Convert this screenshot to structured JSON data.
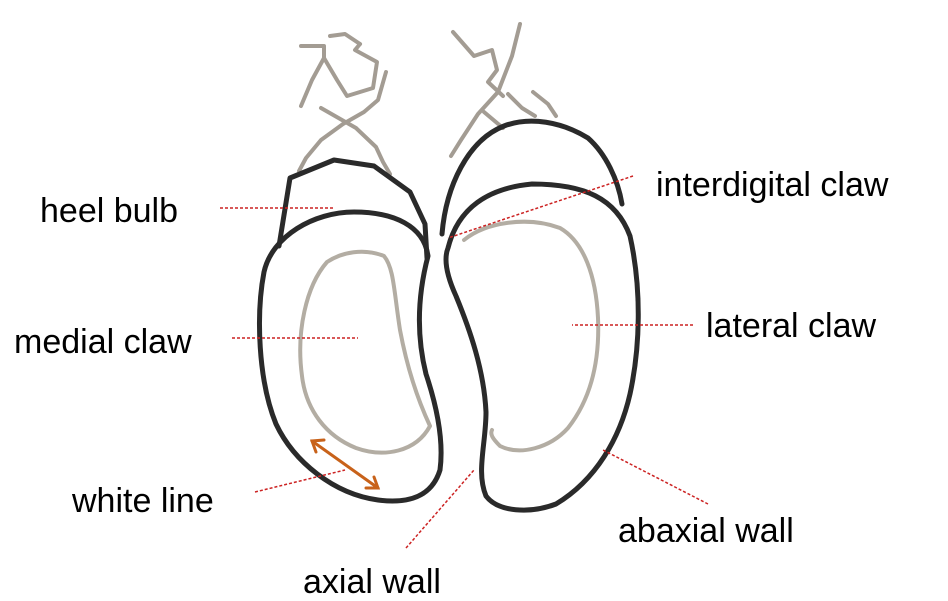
{
  "labels": {
    "heel_bulb": "heel bulb",
    "interdigital_claw": "interdigital claw",
    "medial_claw": "medial claw",
    "lateral_claw": "lateral claw",
    "white_line": "white line",
    "abaxial_wall": "abaxial wall",
    "axial_wall": "axial wall"
  },
  "colors": {
    "outline": "#2a2a2a",
    "inner_sole": "#b3ada3",
    "leader": "#cc2222",
    "arrow": "#c8621a"
  }
}
